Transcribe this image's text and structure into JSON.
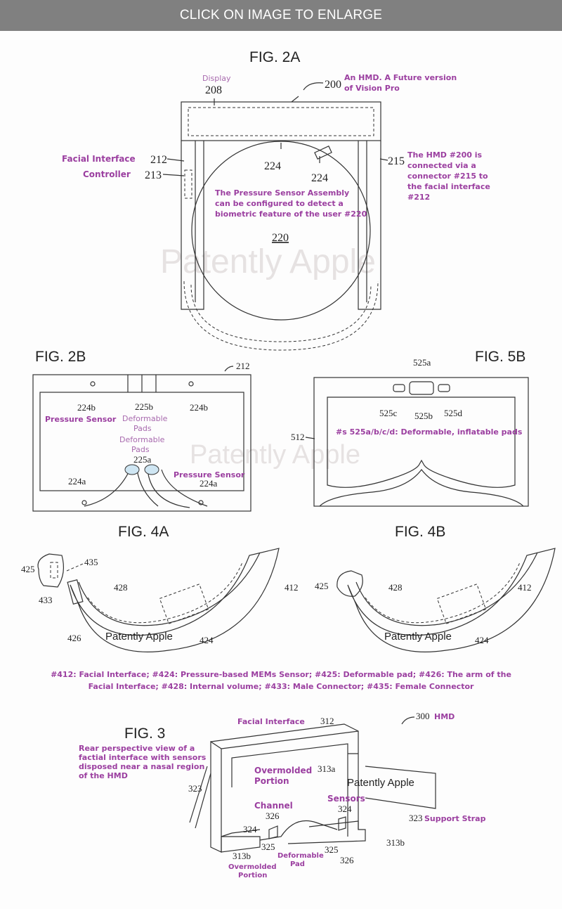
{
  "header": {
    "label": "CLICK ON IMAGE TO ENLARGE"
  },
  "watermark": "Patently Apple",
  "fig2a": {
    "title": "FIG. 2A",
    "display_label": "Display",
    "n208": "208",
    "n200": "200",
    "hmd_note": [
      "An HMD. A Future version",
      "of Vision Pro"
    ],
    "facial_interface": "Facial Interface",
    "n212": "212",
    "controller": "Controller",
    "n213": "213",
    "n224a": "224",
    "n224b": "224",
    "n215": "215",
    "connector_note": [
      "The HMD #200 is",
      "connected via a",
      "connector #215 to",
      "the facial interface",
      "#212"
    ],
    "sensor_note": [
      "The Pressure Sensor Assembly",
      "can be configured to detect a",
      "biometric feature of the user #220"
    ],
    "n220": "220"
  },
  "fig2b": {
    "title": "FIG. 2B",
    "n212": "212",
    "n224b_left": "224b",
    "n224b_right": "224b",
    "n225b": "225b",
    "pressure_sensor_top": "Pressure Sensor",
    "deformable_pads_top": [
      "Deformable",
      "Pads"
    ],
    "deformable_pads_mid": [
      "Deformable",
      "Pads"
    ],
    "n225a": "225a",
    "pressure_sensor_bottom": "Pressure Sensor",
    "n224a_left": "224a",
    "n224a_right": "224a"
  },
  "fig5b": {
    "title": "FIG. 5B",
    "n525a": "525a",
    "n525b": "525b",
    "n525c": "525c",
    "n525d": "525d",
    "n512": "512",
    "note": "#s 525a/b/c/d: Deformable, inflatable pads"
  },
  "fig4a": {
    "title": "FIG. 4A",
    "n425": "425",
    "n435": "435",
    "n433": "433",
    "n428": "428",
    "n412": "412",
    "n426": "426",
    "n424": "424"
  },
  "fig4b": {
    "title": "FIG. 4B",
    "n425": "425",
    "n428": "428",
    "n412": "412",
    "n424": "424"
  },
  "legend": [
    "#412: Facial Interface; #424: Pressure-based MEMs Sensor; #425: Deformable pad; #426: The arm of the",
    "Facial Interface; #428: Internal volume; #433: Male Connector; #435: Female Connector"
  ],
  "fig3": {
    "title": "FIG. 3",
    "description": [
      "Rear perspective view of a",
      "factial interface with sensors",
      "disposed near a nasal region",
      "of the HMD"
    ],
    "facial_interface": "Facial Interface",
    "n312": "312",
    "n300": "300",
    "hmd": "HMD",
    "overmolded_top": [
      "Overmolded",
      "Portion"
    ],
    "n313a": "313a",
    "n323_left": "323",
    "n323_right": "323",
    "support_strap": "Support Strap",
    "channel": "Channel",
    "n326_left": "326",
    "n324_left": "324",
    "sensors": "Sensors",
    "n324_right": "324",
    "n325_left": "325",
    "n325_right": "325",
    "n326_right": "326",
    "n313b_left": "313b",
    "n313b_right": "313b",
    "deformable_pad": [
      "Deformable",
      "Pad"
    ],
    "overmolded_bottom": [
      "Overmolded",
      "Portion"
    ]
  }
}
